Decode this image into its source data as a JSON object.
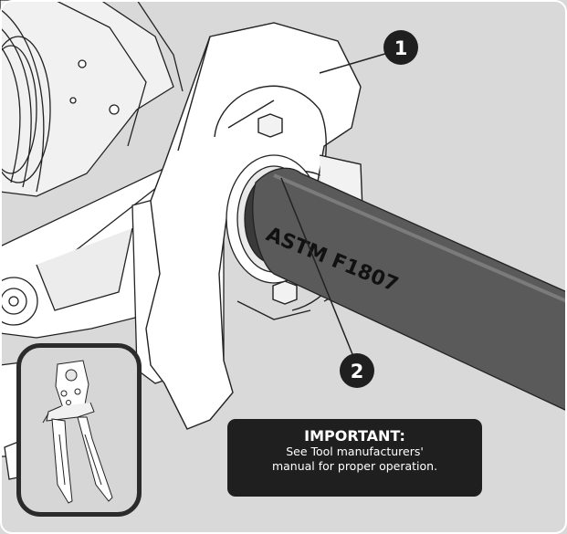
{
  "callouts": [
    {
      "number": "1"
    },
    {
      "number": "2"
    }
  ],
  "pipe_marking": "ASTM F1807",
  "notice": {
    "heading": "IMPORTANT:",
    "line1": "See Tool manufacturers'",
    "line2": "manual for proper operation."
  },
  "colors": {
    "background": "#d9d9d9",
    "pipe": "#5a5a5a",
    "callout": "#1f1f1f",
    "notice_bg": "#1f1f1f"
  }
}
